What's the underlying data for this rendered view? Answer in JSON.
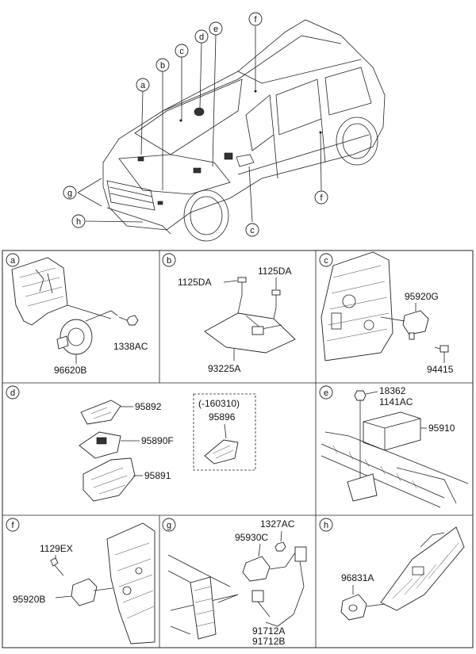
{
  "callouts": [
    "a",
    "b",
    "c",
    "d",
    "e",
    "f",
    "g",
    "h"
  ],
  "panels": {
    "a": {
      "letter": "a",
      "parts": [
        "1338AC",
        "96620B"
      ]
    },
    "b": {
      "letter": "b",
      "parts": [
        "1125DA",
        "1125DA",
        "93225A"
      ]
    },
    "c": {
      "letter": "c",
      "parts": [
        "95920G",
        "94415"
      ]
    },
    "d": {
      "letter": "d",
      "parts": [
        "95892",
        "95890F",
        "95891"
      ],
      "variant_note": "(-160310)",
      "variant_part": "95896"
    },
    "e": {
      "letter": "e",
      "parts": [
        "18362",
        "1141AC",
        "95910"
      ]
    },
    "f": {
      "letter": "f",
      "parts": [
        "1129EX",
        "95920B"
      ]
    },
    "g": {
      "letter": "g",
      "parts": [
        "1327AC",
        "95930C",
        "91712A",
        "91712B"
      ]
    },
    "h": {
      "letter": "h",
      "parts": [
        "96831A"
      ]
    }
  }
}
